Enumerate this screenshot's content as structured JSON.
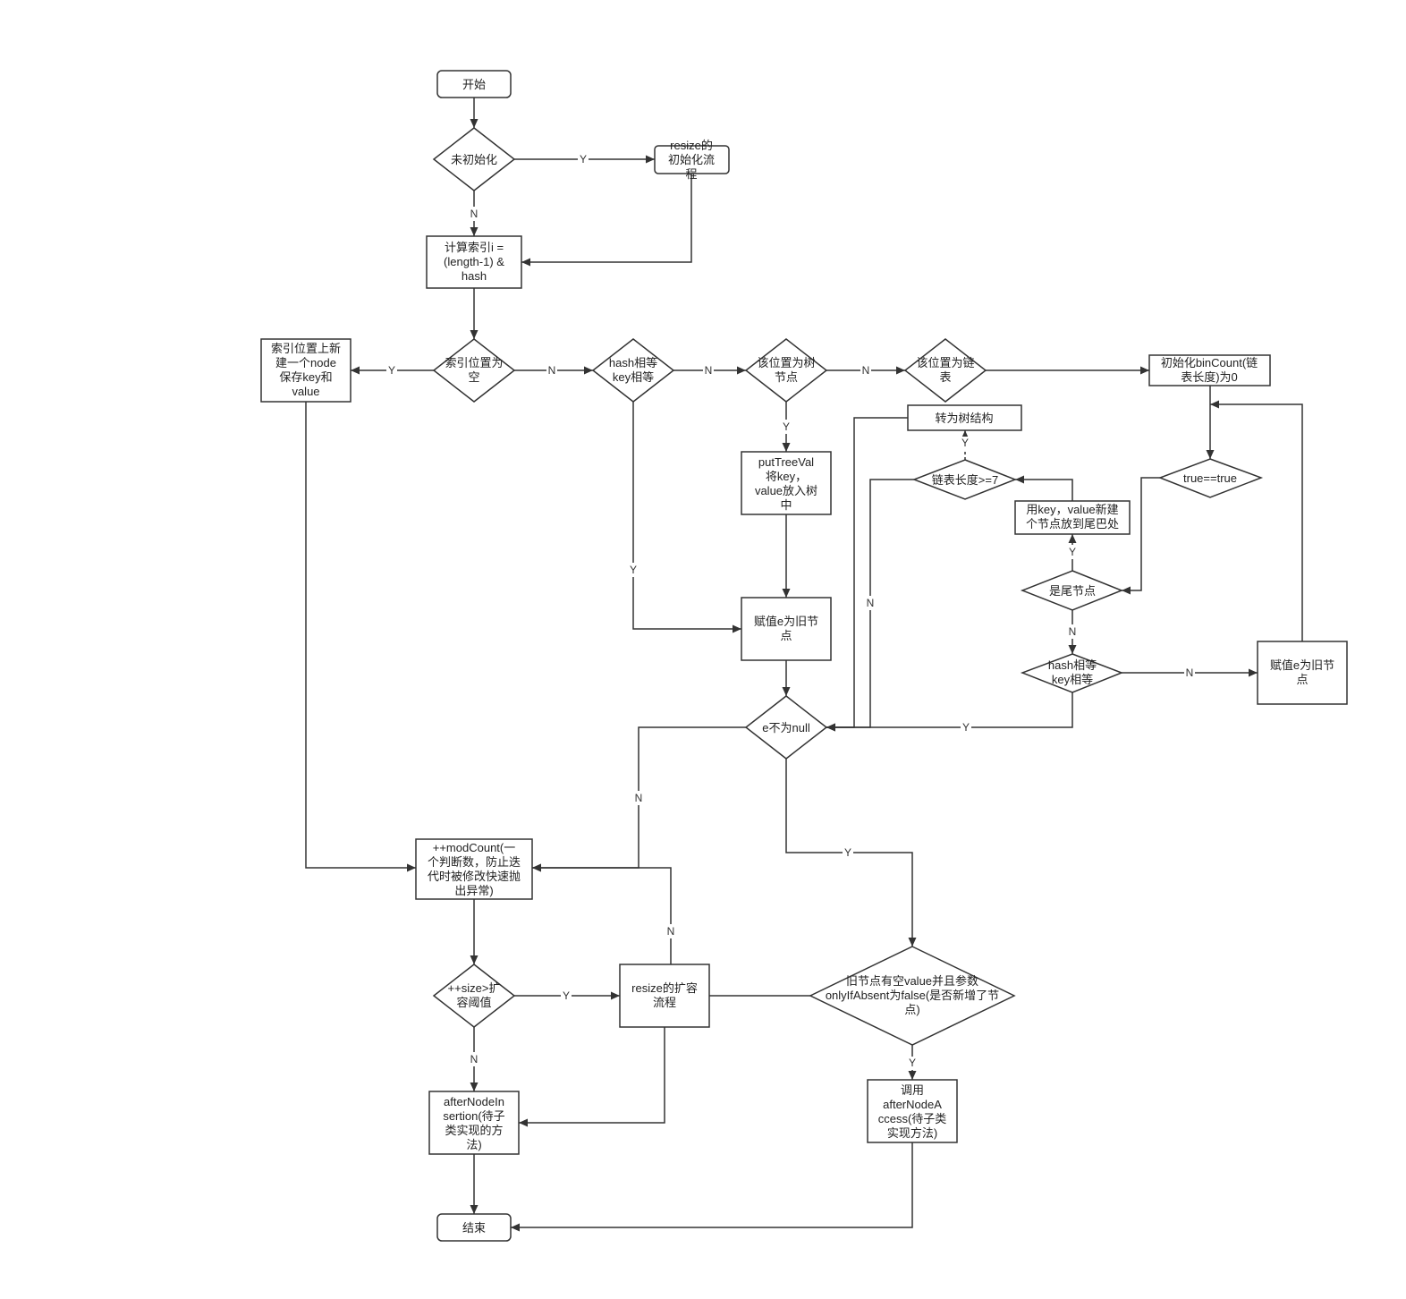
{
  "nodes": {
    "start": [
      "开始"
    ],
    "not_initialized": [
      "未初始化"
    ],
    "resize_init": [
      "resize的",
      "初始化流",
      "程"
    ],
    "calc_index": [
      "计算索引i =",
      "(length-1) &",
      "hash"
    ],
    "slot_empty": [
      "索引位置为",
      "空"
    ],
    "new_node": [
      "索引位置上新",
      "建一个node",
      "保存key和",
      "value"
    ],
    "hash_key_equal": [
      "hash相等",
      "key相等"
    ],
    "is_tree_node": [
      "该位置为树",
      "节点"
    ],
    "is_linked_list": [
      "该位置为链",
      "表"
    ],
    "init_bincount": [
      "初始化binCount(链",
      "表长度)为0"
    ],
    "treeify": [
      "转为树结构"
    ],
    "list_length_check": [
      "链表长度>=7"
    ],
    "loop_true": [
      "true==true"
    ],
    "append_tail": [
      "用key，value新建",
      "个节点放到尾巴处"
    ],
    "is_tail": [
      "是尾节点"
    ],
    "hash_key_equal_list": [
      "hash相等",
      "key相等"
    ],
    "assign_e_list": [
      "赋值e为旧节",
      "点"
    ],
    "put_tree_val": [
      "putTreeVal",
      "将key，",
      "value放入树",
      "中"
    ],
    "assign_e_old": [
      "赋值e为旧节",
      "点"
    ],
    "e_not_null": [
      "e不为null"
    ],
    "mod_count": [
      "++modCount(一",
      "个判断数，防止迭",
      "代时被修改快速抛",
      "出异常)"
    ],
    "size_check": [
      "++size>扩",
      "容阈值"
    ],
    "resize_expand": [
      "resize的扩容",
      "流程"
    ],
    "old_value_check": [
      "旧节点有空value并且参数",
      "onlyIfAbsent为false(是否新增了节",
      "点)"
    ],
    "after_insertion": [
      "afterNodeIn",
      "sertion(待子",
      "类实现的方",
      "法)"
    ],
    "after_access": [
      "调用",
      "afterNodeA",
      "ccess(待子类",
      "实现方法)"
    ],
    "end": [
      "结束"
    ]
  },
  "edge_labels": {
    "init_yes": "Y",
    "init_no": "N",
    "empty_yes": "Y",
    "empty_no": "N",
    "hash_no": "N",
    "tree_no": "N",
    "tree_yes": "Y",
    "hash_yes": "Y",
    "tail_yes": "Y",
    "length_yes": "Y",
    "length_no": "N",
    "tail_no": "N",
    "hash_list_no": "N",
    "hash_list_yes": "Y",
    "e_null_no": "N",
    "e_null_yes": "Y",
    "old_value_no": "N",
    "size_yes": "Y",
    "size_no": "N",
    "old_value_yes": "Y"
  }
}
